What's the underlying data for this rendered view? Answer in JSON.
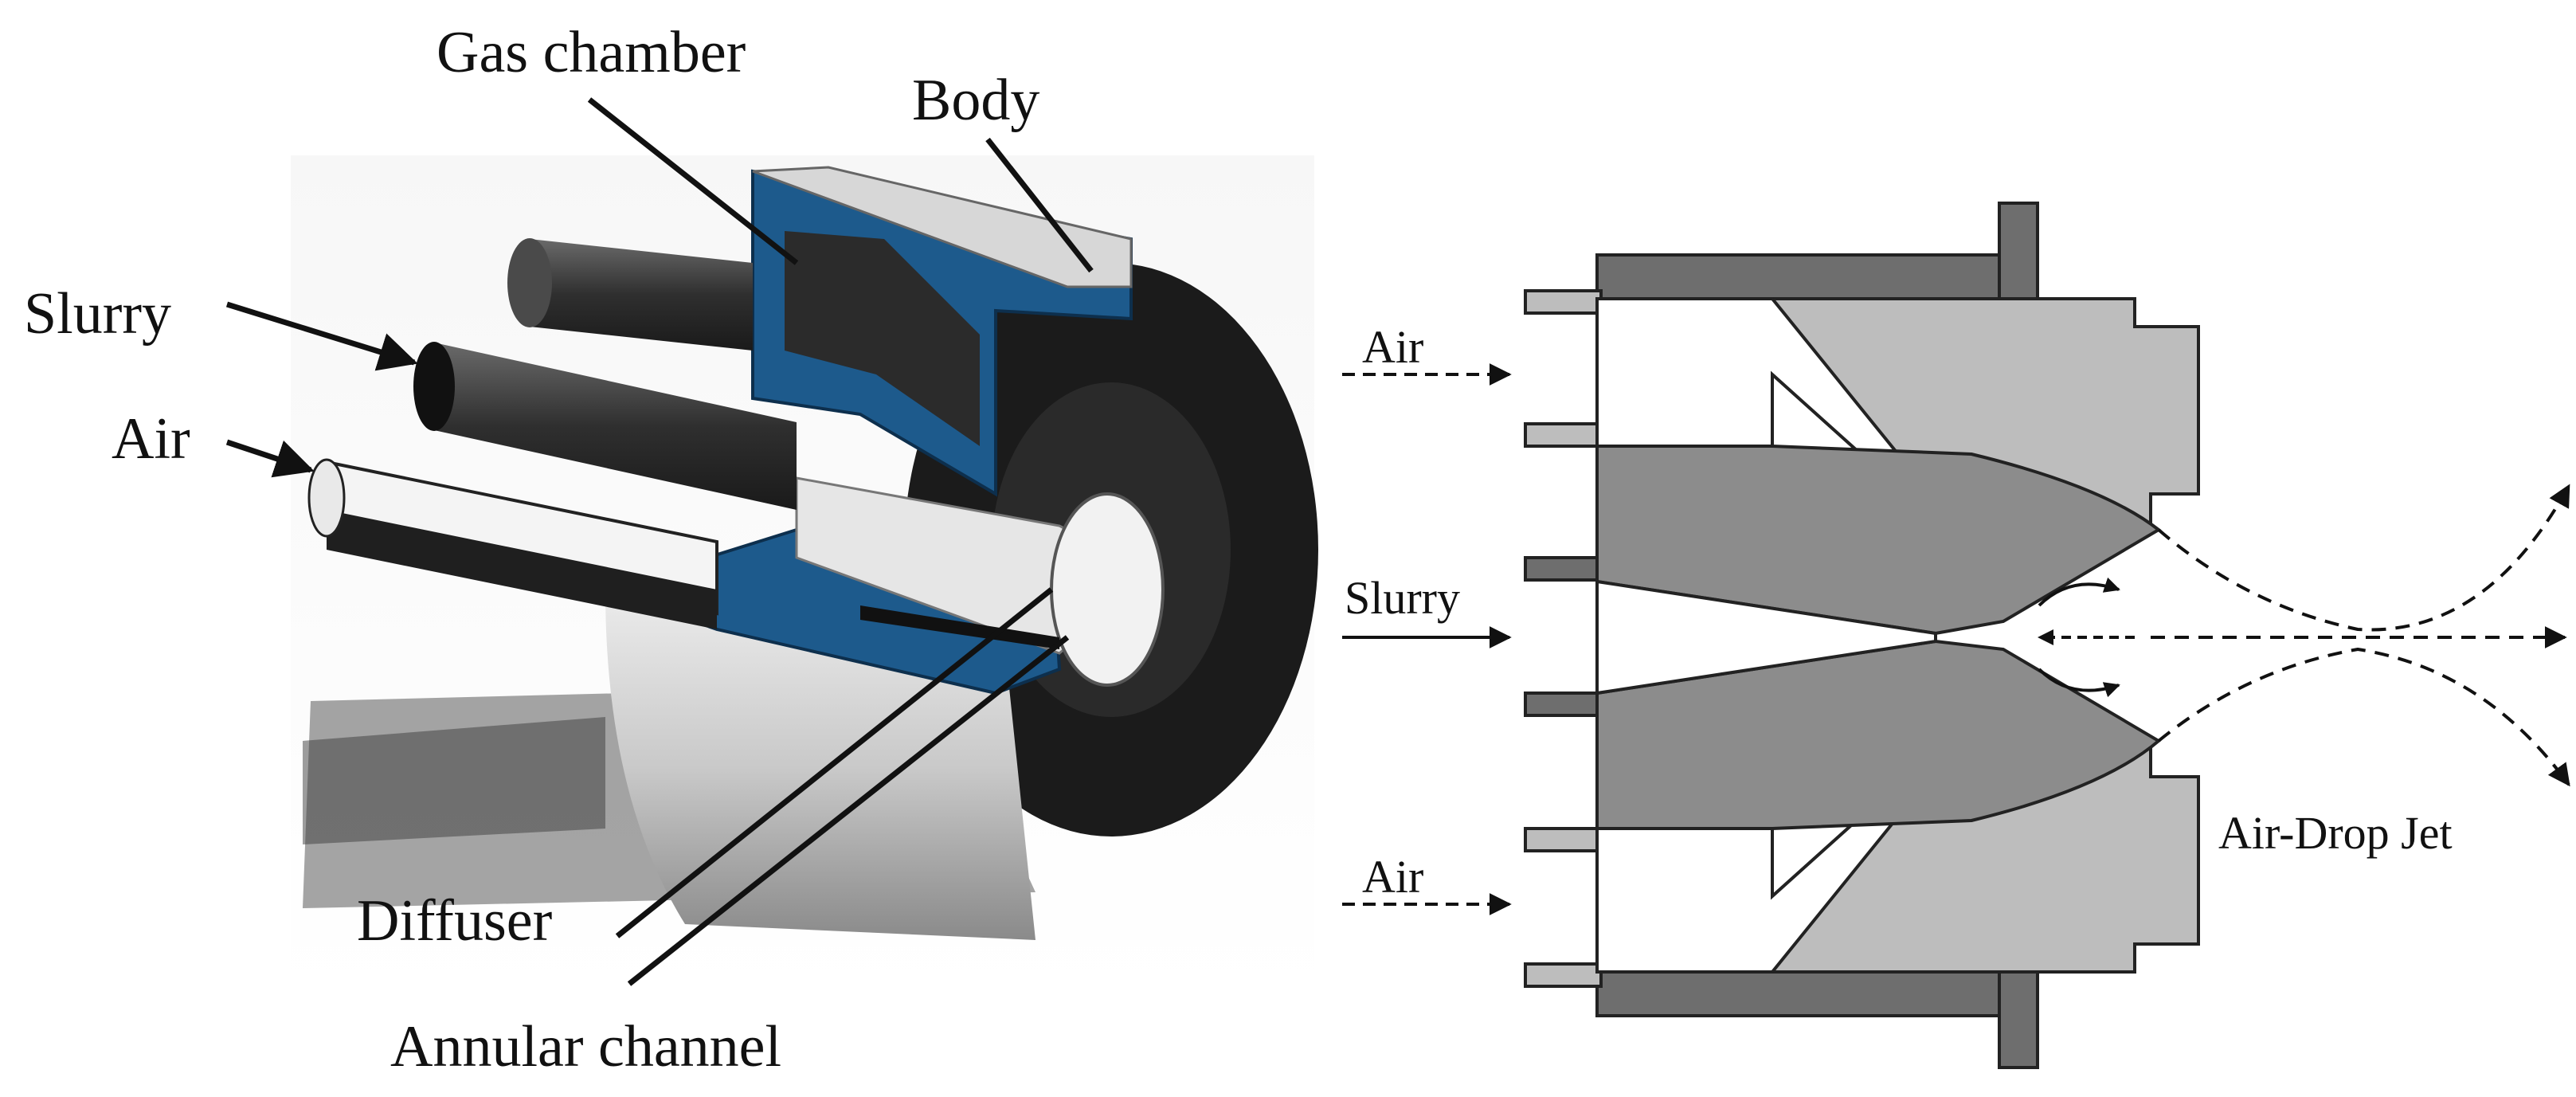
{
  "left_figure": {
    "labels": {
      "gas_chamber": "Gas chamber",
      "body": "Body",
      "slurry": "Slurry",
      "air": "Air",
      "diffuser": "Diffuser",
      "annular_channel": "Annular channel"
    },
    "colors": {
      "body_blue": "#1d5a8c",
      "metal_gray": "#c7c7c7",
      "dark_pipe": "#3a3a3a",
      "outer_ring": "#1a1a1a",
      "shadow": "#555555"
    }
  },
  "right_figure": {
    "labels": {
      "air_top": "Air",
      "slurry": "Slurry",
      "air_bottom": "Air",
      "jet": "Air-Drop Jet"
    },
    "colors": {
      "dark_part": "#6e6e6e",
      "mid_part": "#8c8c8c",
      "light_part": "#bdbdbd",
      "outline": "#222222"
    }
  }
}
